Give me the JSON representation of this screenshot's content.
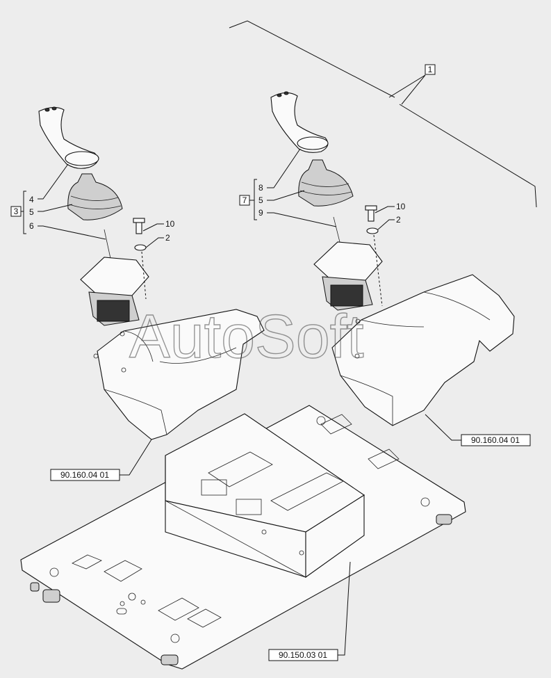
{
  "watermark": "AutoSoft",
  "callouts": {
    "c1": "1",
    "c2a": "2",
    "c2b": "2",
    "c3": "3",
    "c4": "4",
    "c5a": "5",
    "c5b": "5",
    "c6": "6",
    "c7": "7",
    "c8": "8",
    "c9": "9",
    "c10a": "10",
    "c10b": "10"
  },
  "references": {
    "console_left": "90.160.04 01",
    "console_right": "90.160.04 01",
    "base_plate": "90.150.03 01"
  }
}
